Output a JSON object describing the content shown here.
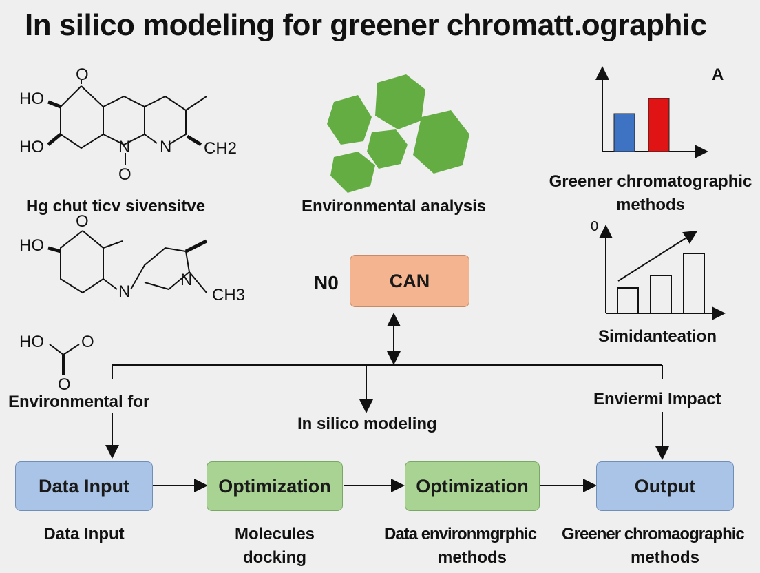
{
  "title": "In silico modeling for greener chromatt.ographic",
  "molecule1": {
    "atoms": [
      "O",
      "HO",
      "HO",
      "N",
      "O",
      "N",
      "CH2"
    ],
    "caption": "Hg chut ticv sivensitve"
  },
  "molecule2": {
    "atoms": [
      "O",
      "HO",
      "N",
      "N",
      "CH3"
    ]
  },
  "molecule3": {
    "atoms": [
      "HO",
      "O",
      "O"
    ],
    "caption": "Environmental for"
  },
  "environmental_caption": "Environmental analysis",
  "bar_chart": {
    "letter": "A",
    "caption_line1": "Greener chromatographic",
    "caption_line2": "methods",
    "colors": {
      "bar1": "#3d73c2",
      "bar2": "#e01414"
    }
  },
  "sim_chart": {
    "zero": "0",
    "caption": "Simidanteation"
  },
  "n0_label": "N0",
  "can_box": "CAN",
  "in_silico_label": "In silico modeling",
  "impact_label": "Enviermi Impact",
  "flow": {
    "box1": "Data Input",
    "box2": "Optimization",
    "box3": "Optimization",
    "box4": "Output"
  },
  "captions": {
    "c1": "Data Input",
    "c2_line1": "Molecules",
    "c2_line2": "docking",
    "c3_line1": "Data environmgrphic",
    "c3_line2": "methods",
    "c4_line1": "Greener chromaographic",
    "c4_line2": "methods"
  }
}
